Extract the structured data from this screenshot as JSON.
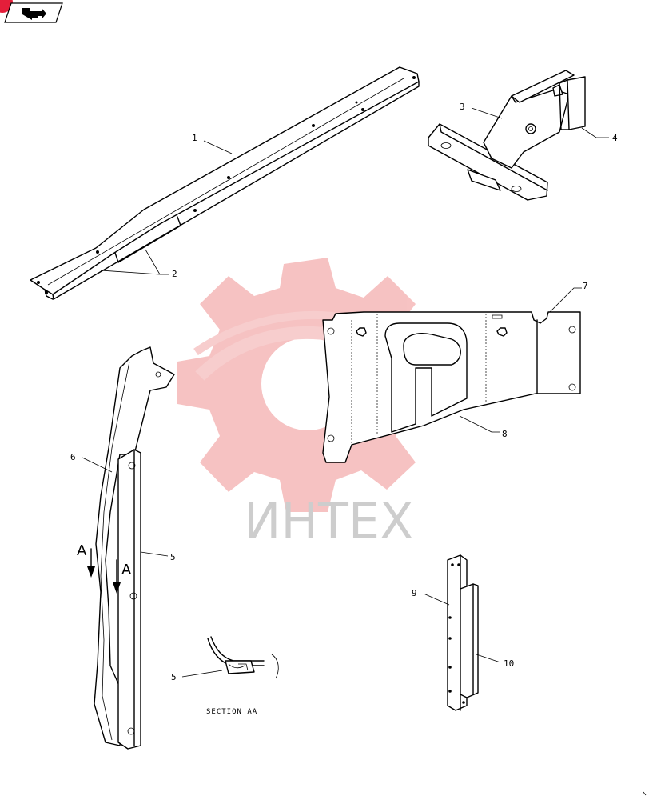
{
  "nav": {
    "icon": "return-arrow-icon"
  },
  "watermark": {
    "text": "ИНТЕХ",
    "color": "#f4b2b2"
  },
  "callouts": {
    "c1": "1",
    "c2": "2",
    "c3": "3",
    "c4": "4",
    "c5a": "5",
    "c5b": "5",
    "c6": "6",
    "c7": "7",
    "c8": "8",
    "c9": "9",
    "c10": "10"
  },
  "section_markers": {
    "left": "A",
    "right": "A"
  },
  "section_caption": "SECTION AA"
}
